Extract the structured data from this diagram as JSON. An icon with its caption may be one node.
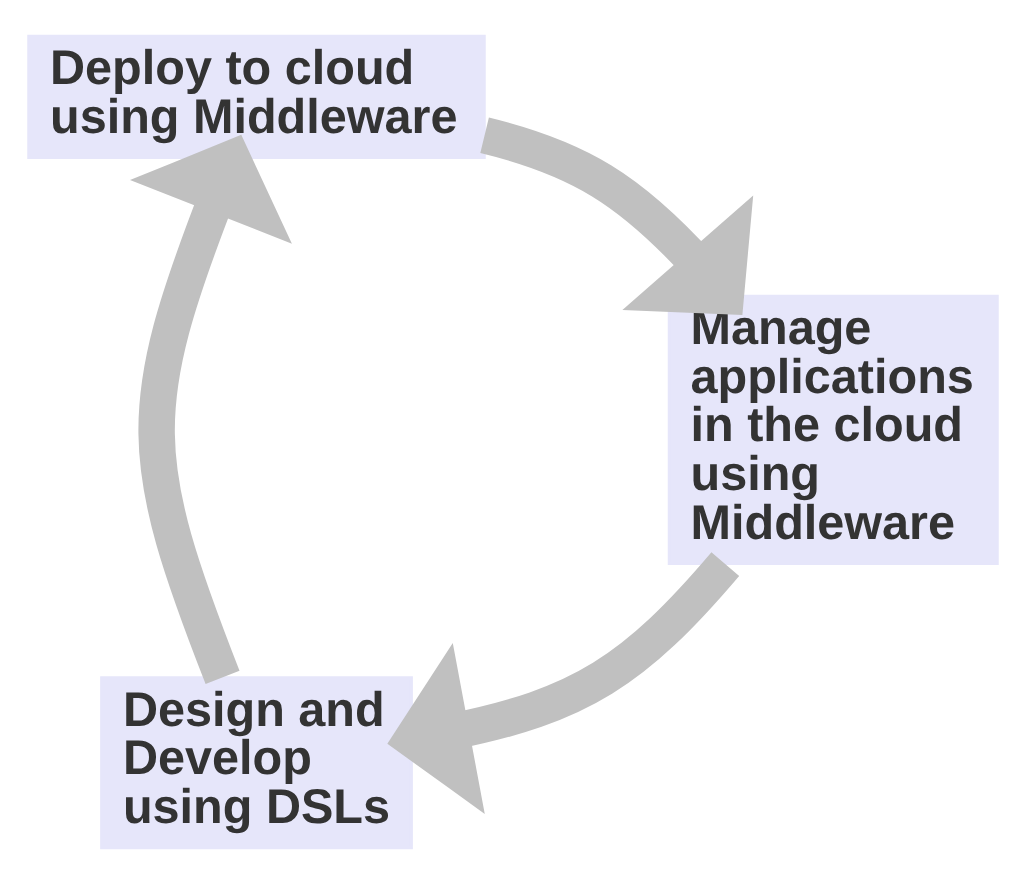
{
  "diagram": {
    "nodes": [
      {
        "text": [
          "Design and Develop using DSLs"
        ]
      },
      {
        "text": [
          "Manage applications in the cloud using Middleware"
        ]
      },
      {
        "text": [
          "Deploy to cloud using Middleware"
        ]
      }
    ],
    "edges": [
      {
        "from": 0,
        "to": 2,
        "arrow": "to"
      },
      {
        "from": 2,
        "to": 1,
        "arrow": "to"
      },
      {
        "from": 1,
        "to": 0,
        "arrow": "to"
      }
    ]
  }
}
